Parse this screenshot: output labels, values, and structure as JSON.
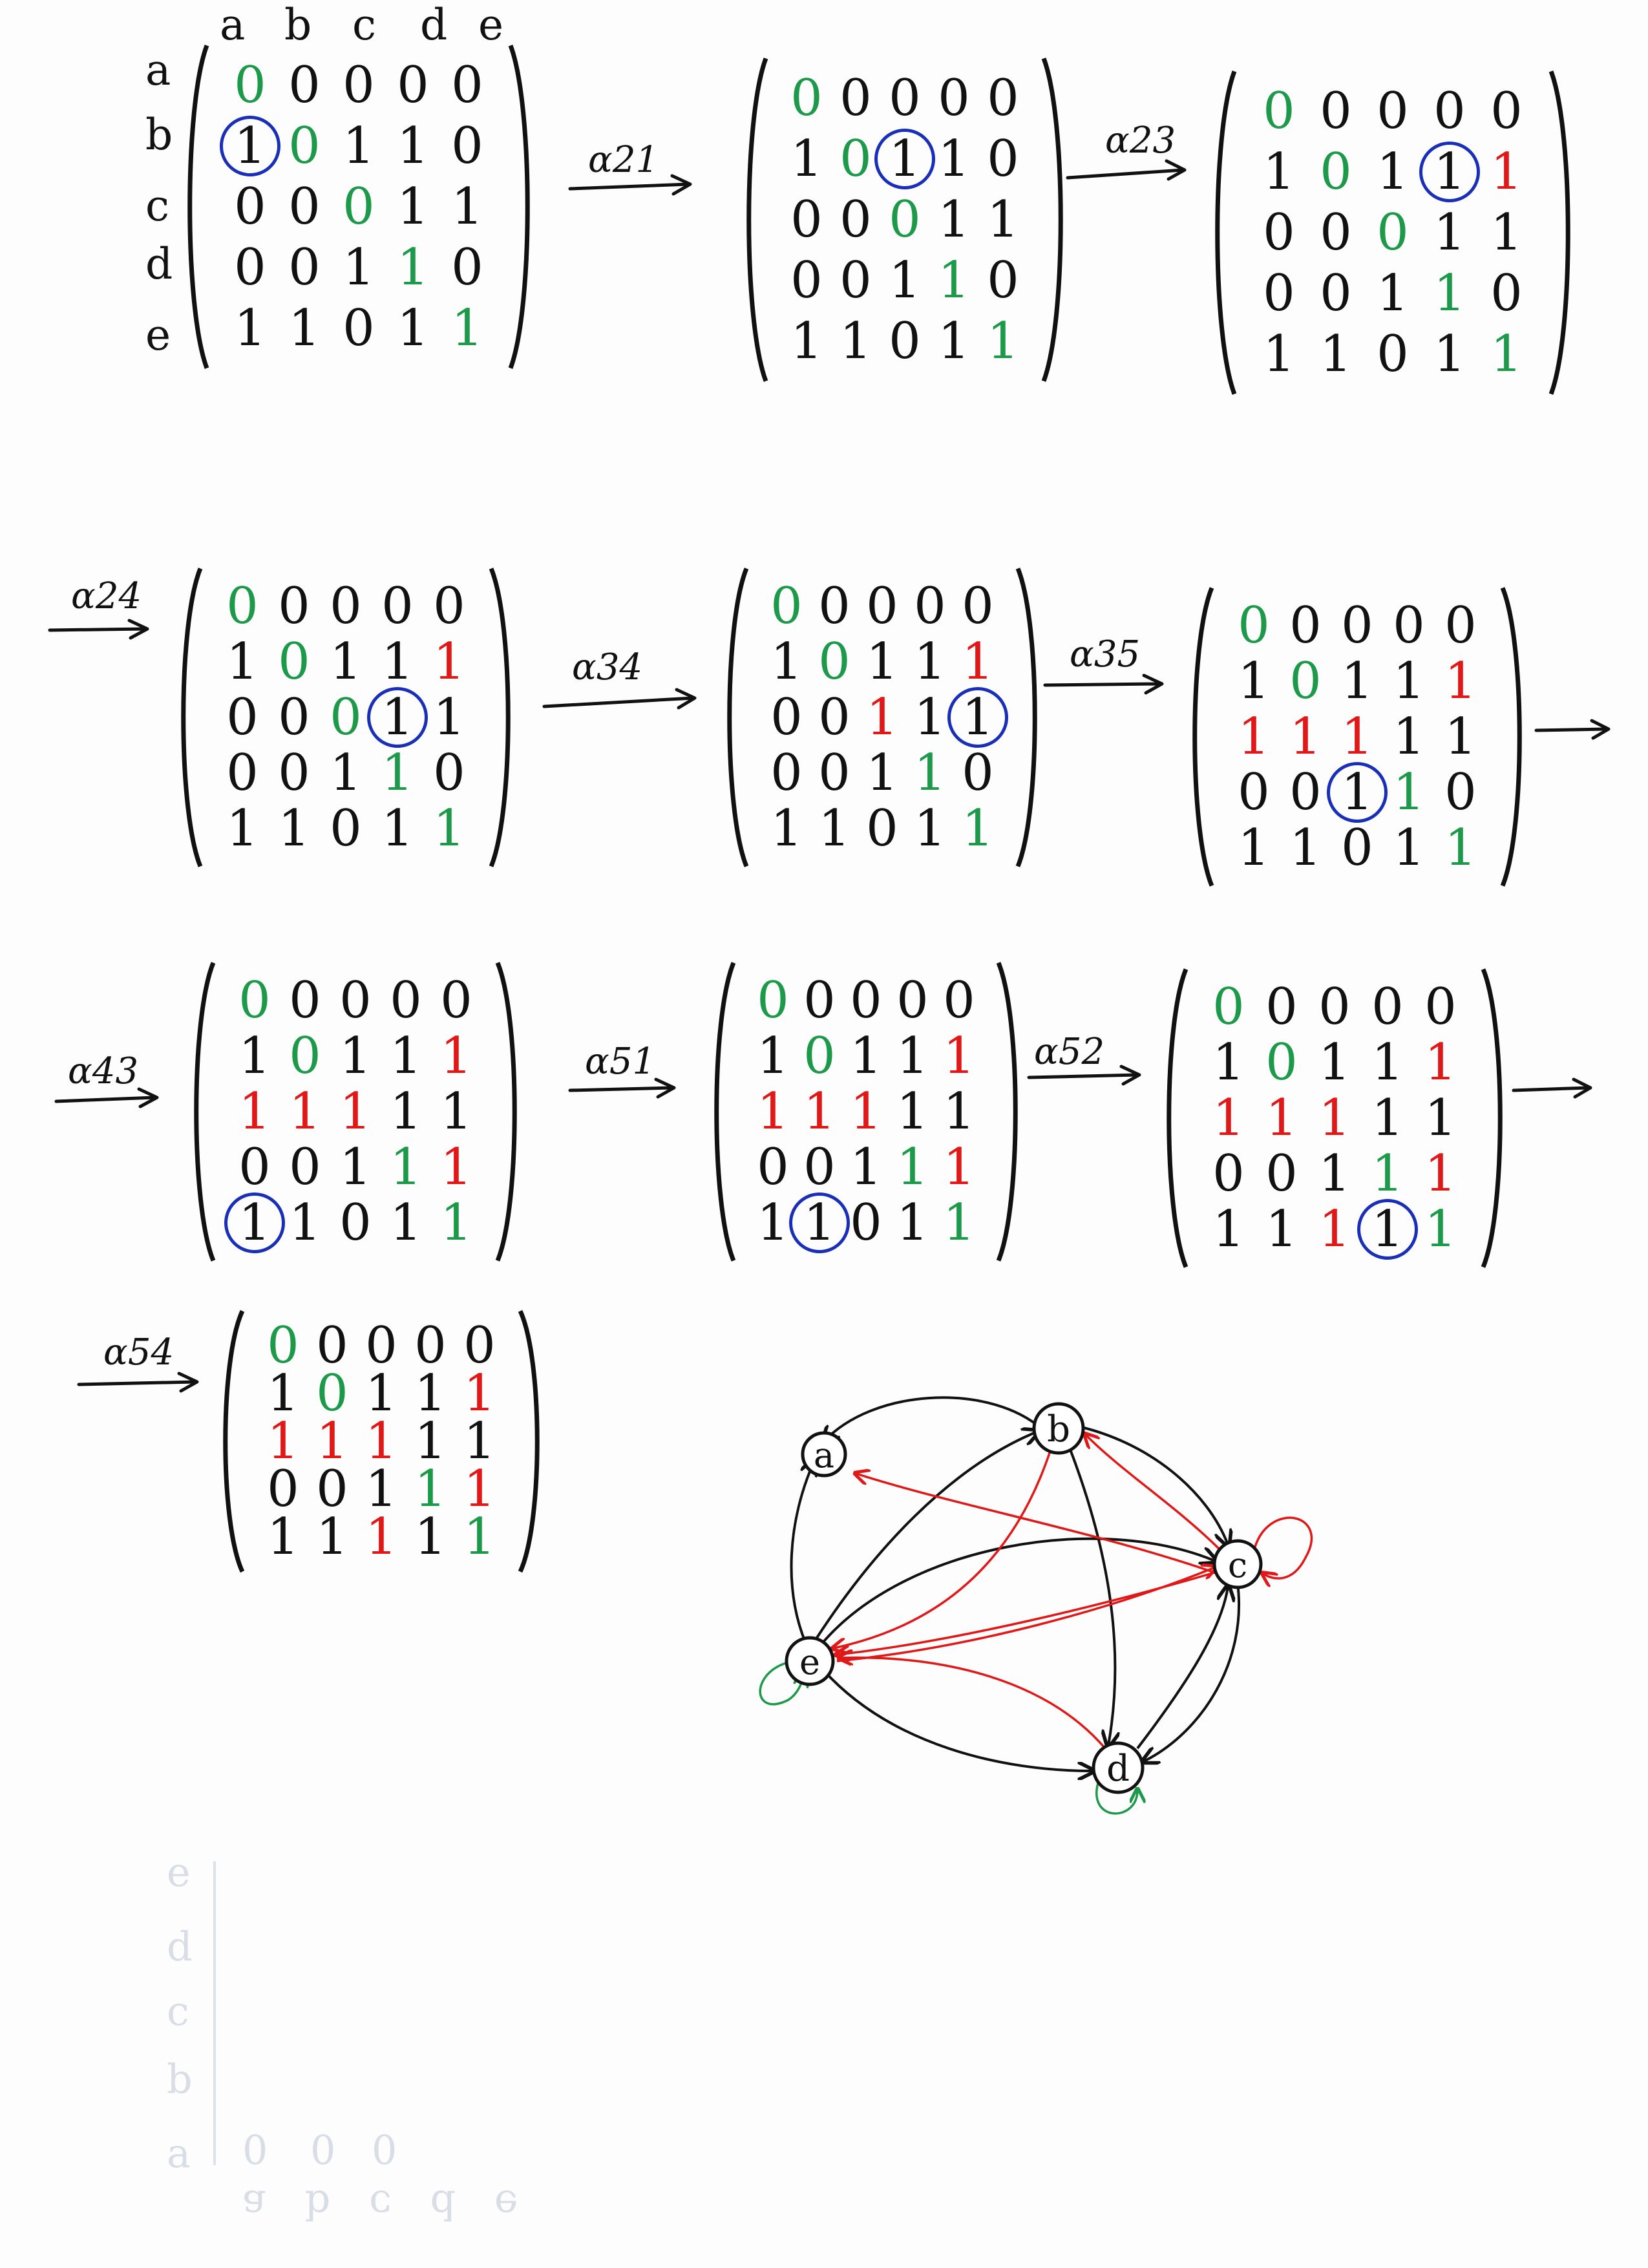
{
  "row_labels": [
    "a",
    "b",
    "c",
    "d",
    "e"
  ],
  "col_labels": [
    "a",
    "b",
    "c",
    "d",
    "e"
  ],
  "colors": {
    "ink": "#111111",
    "green": "#1c9a4a",
    "red": "#e01818",
    "blue": "#1a2fb8"
  },
  "arrow_labels": [
    "α21",
    "α23",
    "α24",
    "α34",
    "α35",
    "α43",
    "α51",
    "α52",
    "α54"
  ],
  "matrices": [
    {
      "name": "M0",
      "cells": [
        [
          "0g",
          "0",
          "0",
          "0",
          "0"
        ],
        [
          "1c",
          "0g",
          "1",
          "1",
          "0"
        ],
        [
          "0",
          "0",
          "0g",
          "1",
          "1"
        ],
        [
          "0",
          "0",
          "1",
          "1g",
          "0"
        ],
        [
          "1",
          "1",
          "0",
          "1",
          "1g"
        ]
      ]
    },
    {
      "name": "M1",
      "cells": [
        [
          "0g",
          "0",
          "0",
          "0",
          "0"
        ],
        [
          "1",
          "0g",
          "1c",
          "1",
          "0"
        ],
        [
          "0",
          "0",
          "0g",
          "1",
          "1"
        ],
        [
          "0",
          "0",
          "1",
          "1g",
          "0"
        ],
        [
          "1",
          "1",
          "0",
          "1",
          "1g"
        ]
      ]
    },
    {
      "name": "M2",
      "cells": [
        [
          "0g",
          "0",
          "0",
          "0",
          "0"
        ],
        [
          "1",
          "0g",
          "1",
          "1c",
          "1r"
        ],
        [
          "0",
          "0",
          "0g",
          "1",
          "1"
        ],
        [
          "0",
          "0",
          "1",
          "1g",
          "0"
        ],
        [
          "1",
          "1",
          "0",
          "1",
          "1g"
        ]
      ]
    },
    {
      "name": "M3",
      "cells": [
        [
          "0g",
          "0",
          "0",
          "0",
          "0"
        ],
        [
          "1",
          "0g",
          "1",
          "1",
          "1r"
        ],
        [
          "0",
          "0",
          "0g",
          "1c",
          "1"
        ],
        [
          "0",
          "0",
          "1",
          "1g",
          "0"
        ],
        [
          "1",
          "1",
          "0",
          "1",
          "1g"
        ]
      ]
    },
    {
      "name": "M4",
      "cells": [
        [
          "0g",
          "0",
          "0",
          "0",
          "0"
        ],
        [
          "1",
          "0g",
          "1",
          "1",
          "1r"
        ],
        [
          "0",
          "0",
          "1r",
          "1",
          "1c"
        ],
        [
          "0",
          "0",
          "1",
          "1g",
          "0"
        ],
        [
          "1",
          "1",
          "0",
          "1",
          "1g"
        ]
      ]
    },
    {
      "name": "M5",
      "cells": [
        [
          "0g",
          "0",
          "0",
          "0",
          "0"
        ],
        [
          "1",
          "0g",
          "1",
          "1",
          "1r"
        ],
        [
          "1r",
          "1r",
          "1r",
          "1",
          "1"
        ],
        [
          "0",
          "0",
          "1c",
          "1g",
          "0"
        ],
        [
          "1",
          "1",
          "0",
          "1",
          "1g"
        ]
      ]
    },
    {
      "name": "M6",
      "cells": [
        [
          "0g",
          "0",
          "0",
          "0",
          "0"
        ],
        [
          "1",
          "0g",
          "1",
          "1",
          "1r"
        ],
        [
          "1r",
          "1r",
          "1r",
          "1",
          "1"
        ],
        [
          "0",
          "0",
          "1",
          "1g",
          "1r"
        ],
        [
          "1c",
          "1",
          "0",
          "1",
          "1g"
        ]
      ]
    },
    {
      "name": "M7",
      "cells": [
        [
          "0g",
          "0",
          "0",
          "0",
          "0"
        ],
        [
          "1",
          "0g",
          "1",
          "1",
          "1r"
        ],
        [
          "1r",
          "1r",
          "1r",
          "1",
          "1"
        ],
        [
          "0",
          "0",
          "1",
          "1g",
          "1r"
        ],
        [
          "1",
          "1c",
          "0",
          "1",
          "1g"
        ]
      ]
    },
    {
      "name": "M8",
      "cells": [
        [
          "0g",
          "0",
          "0",
          "0",
          "0"
        ],
        [
          "1",
          "0g",
          "1",
          "1",
          "1r"
        ],
        [
          "1r",
          "1r",
          "1r",
          "1",
          "1"
        ],
        [
          "0",
          "0",
          "1",
          "1g",
          "1r"
        ],
        [
          "1",
          "1",
          "1r",
          "1c",
          "1g"
        ]
      ]
    },
    {
      "name": "M9",
      "cells": [
        [
          "0g",
          "0",
          "0",
          "0",
          "0"
        ],
        [
          "1",
          "0g",
          "1",
          "1",
          "1r"
        ],
        [
          "1r",
          "1r",
          "1r",
          "1",
          "1"
        ],
        [
          "0",
          "0",
          "1",
          "1g",
          "1r"
        ],
        [
          "1",
          "1",
          "1r",
          "1",
          "1g"
        ]
      ]
    }
  ],
  "graph": {
    "nodes": [
      "a",
      "b",
      "c",
      "d",
      "e"
    ],
    "black_edges": [
      "b→a",
      "e→a",
      "e→b",
      "b→c",
      "b→d",
      "e→c",
      "e→d",
      "d→c",
      "c→d"
    ],
    "red_edges": [
      "c→a",
      "c→b",
      "b→e",
      "c→e",
      "d→e",
      "e→c"
    ],
    "green_loops": [
      "e",
      "d"
    ],
    "red_loops": [
      "c"
    ]
  },
  "ghost_text": {
    "row_labels": [
      "e",
      "d",
      "c",
      "b",
      "a"
    ],
    "values": [
      "0",
      "0",
      "0"
    ],
    "col_labels": "a b c d e"
  }
}
